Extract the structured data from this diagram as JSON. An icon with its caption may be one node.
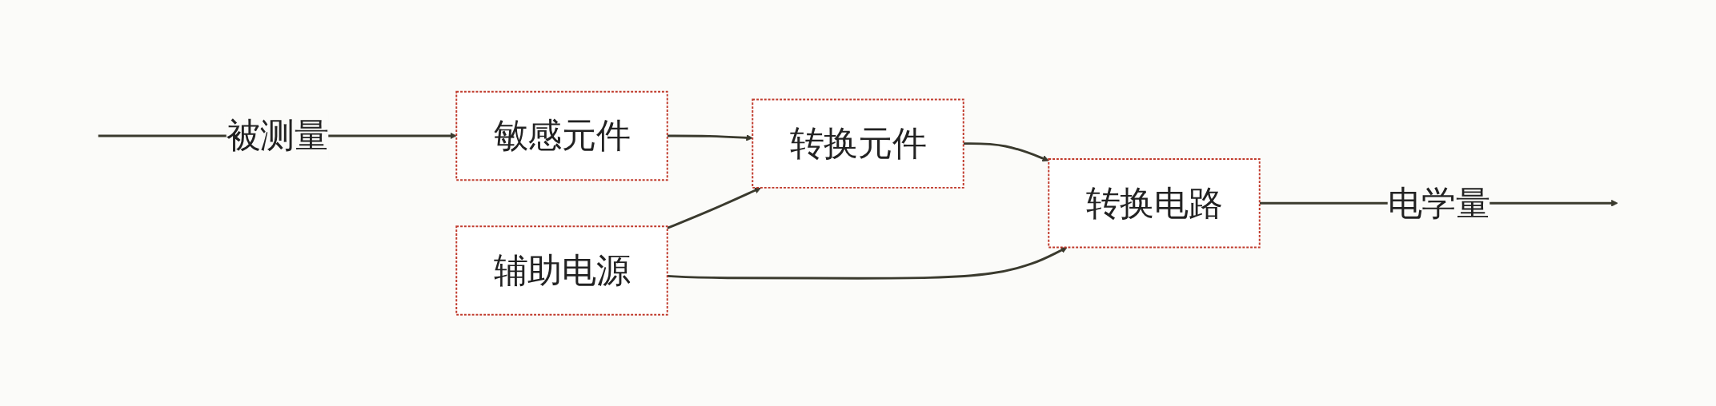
{
  "diagram": {
    "nodes": [
      {
        "text": [
          "敏感元件"
        ]
      },
      {
        "text": [
          "转换元件"
        ]
      },
      {
        "text": [
          "转换电路"
        ]
      },
      {
        "text": [
          "辅助电源"
        ]
      }
    ],
    "edges": [
      {
        "from": null,
        "to": 0,
        "arrow": "to",
        "label": "被测量"
      },
      {
        "from": 0,
        "to": 1,
        "arrow": "to"
      },
      {
        "from": 1,
        "to": 2,
        "arrow": "to"
      },
      {
        "from": 2,
        "to": null,
        "arrow": "to",
        "label": "电学量"
      },
      {
        "from": 3,
        "to": 1,
        "arrow": "to"
      },
      {
        "from": 3,
        "to": 2,
        "arrow": "to"
      }
    ]
  }
}
